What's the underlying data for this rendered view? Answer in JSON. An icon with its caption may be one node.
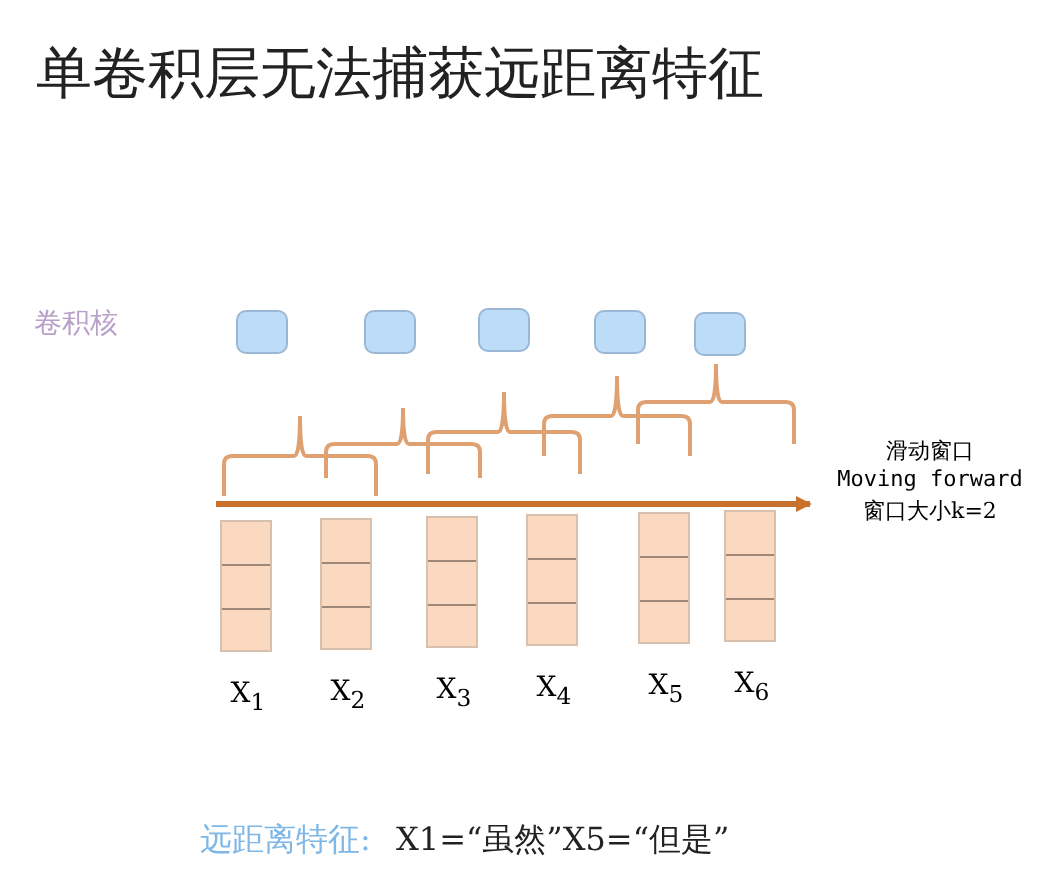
{
  "diagram": {
    "title": "单卷积层无法捕获远距离特征",
    "nodes": [
      {
        "text": [],
        "shape": "box"
      },
      {
        "text": [],
        "shape": "box"
      },
      {
        "text": [],
        "shape": "box"
      },
      {
        "text": [],
        "shape": "box"
      },
      {
        "text": [],
        "shape": "box"
      },
      {
        "text": [],
        "shape": "bar",
        "beside": [
          "X$_{1}$"
        ]
      },
      {
        "text": [],
        "shape": "bar",
        "beside": [
          "X$_{2}$"
        ]
      },
      {
        "text": [],
        "shape": "bar",
        "beside": [
          "X$_{3}$"
        ]
      },
      {
        "text": [],
        "shape": "bar",
        "beside": [
          "X$_{4}$"
        ]
      },
      {
        "text": [],
        "shape": "bar",
        "beside": [
          "X$_{5}$"
        ]
      },
      {
        "text": [],
        "shape": "bar",
        "beside": [
          "X$_{6}$"
        ]
      }
    ],
    "labels": [
      "卷积核",
      "滑动窗口",
      "Moving forward",
      "窗口大小k=2",
      "远距离特征:",
      "X1=“虽然”X5=“但是”"
    ]
  }
}
